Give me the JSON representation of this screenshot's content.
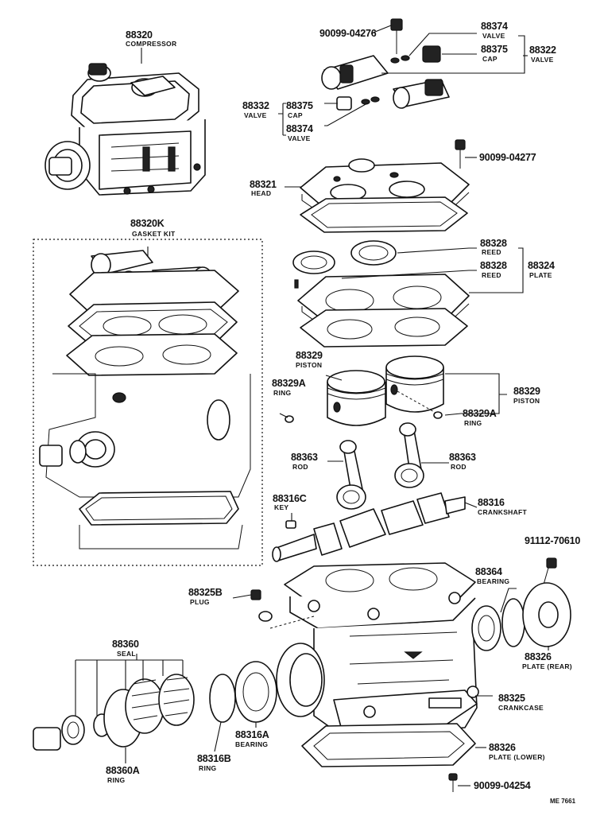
{
  "labels": {
    "compressor": {
      "num": "88320",
      "name": "COMPRESSOR"
    },
    "gasket_kit": {
      "num": "88320K",
      "name": "GASKET KIT"
    },
    "bolt_top": {
      "num": "90099-04276"
    },
    "valve_a": {
      "num": "88374",
      "name": "VALVE"
    },
    "cap_a": {
      "num": "88375",
      "name": "CAP"
    },
    "valve_group_a": {
      "num": "88322",
      "name": "VALVE"
    },
    "valve_group_b": {
      "num": "88332",
      "name": "VALVE"
    },
    "cap_b": {
      "num": "88375",
      "name": "CAP"
    },
    "valve_b": {
      "num": "88374",
      "name": "VALVE"
    },
    "bolt_head": {
      "num": "90099-04277"
    },
    "head": {
      "num": "88321",
      "name": "HEAD"
    },
    "reed_a": {
      "num": "88328",
      "name": "REED"
    },
    "reed_b": {
      "num": "88328",
      "name": "REED"
    },
    "plate": {
      "num": "88324",
      "name": "PLATE"
    },
    "piston_top": {
      "num": "88329",
      "name": "PISTON"
    },
    "ring_left": {
      "num": "88329A",
      "name": "RING"
    },
    "piston_right": {
      "num": "88329",
      "name": "PISTON"
    },
    "ring_right": {
      "num": "88329A",
      "name": "RING"
    },
    "rod_left": {
      "num": "88363",
      "name": "ROD"
    },
    "rod_right": {
      "num": "88363",
      "name": "ROD"
    },
    "key": {
      "num": "88316C",
      "name": "KEY"
    },
    "crankshaft": {
      "num": "88316",
      "name": "CRANKSHAFT"
    },
    "bolt_rear": {
      "num": "91112-70610"
    },
    "plug": {
      "num": "88325B",
      "name": "PLUG"
    },
    "bearing_rear": {
      "num": "88364",
      "name": "BEARING"
    },
    "seal": {
      "num": "88360",
      "name": "SEAL"
    },
    "plate_rear": {
      "num": "88326",
      "name": "PLATE (REAR)"
    },
    "crankcase": {
      "num": "88325",
      "name": "CRANKCASE"
    },
    "bearing_front": {
      "num": "88316A",
      "name": "BEARING"
    },
    "plate_lower": {
      "num": "88326",
      "name": "PLATE (LOWER)"
    },
    "ring_snap": {
      "num": "88316B",
      "name": "RING"
    },
    "ring_seal": {
      "num": "88360A",
      "name": "RING"
    },
    "bolt_bottom": {
      "num": "90099-04254"
    }
  },
  "footer": {
    "code": "ME 7661"
  }
}
